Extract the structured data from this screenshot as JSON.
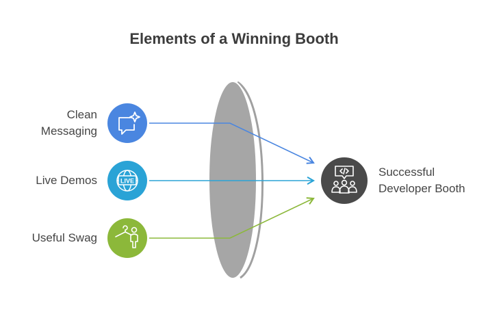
{
  "title": "Elements of a Winning Booth",
  "inputs": [
    {
      "label_lines": [
        "Clean",
        "Messaging"
      ],
      "icon": "chat-sparkle-icon",
      "color": "#4a86e0"
    },
    {
      "label_lines": [
        "Live Demos"
      ],
      "icon": "live-globe-icon",
      "color": "#2aa3d6"
    },
    {
      "label_lines": [
        "Useful Swag"
      ],
      "icon": "hanger-person-icon",
      "color": "#8cb83a"
    }
  ],
  "output": {
    "label_lines": [
      "Successful",
      "Developer Booth"
    ],
    "icon": "developer-team-icon",
    "color": "#4a4a4a"
  },
  "lens_color": "#a6a6a6"
}
